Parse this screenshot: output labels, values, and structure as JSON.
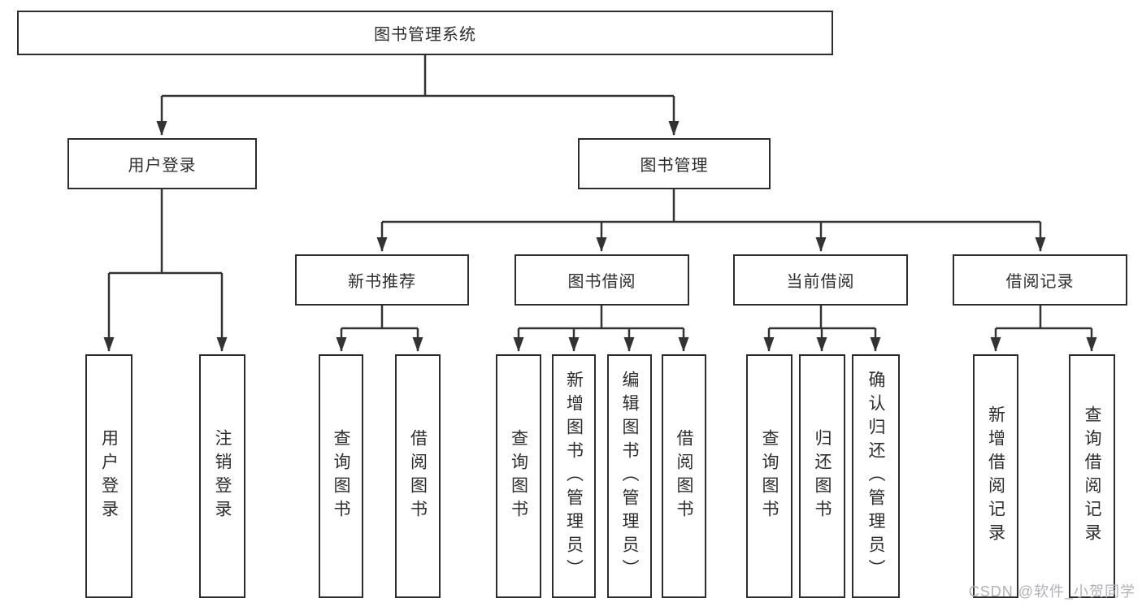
{
  "title": "图书管理系统",
  "level2": {
    "user_login": "用户登录",
    "book_management": "图书管理"
  },
  "level3": {
    "new_book_recommend": "新书推荐",
    "book_borrowing": "图书借阅",
    "current_borrowing": "当前借阅",
    "borrowing_records": "借阅记录"
  },
  "leaves": {
    "user_login": [
      "用户登录",
      "注销登录"
    ],
    "new_book_recommend": [
      "查询图书",
      "借阅图书"
    ],
    "book_borrowing": [
      "查询图书",
      "新增图书（管理员）",
      "编辑图书（管理员）",
      "借阅图书"
    ],
    "current_borrowing": [
      "查询图书",
      "归还图书",
      "确认归还（管理员）"
    ],
    "borrowing_records": [
      "新增借阅记录",
      "查询借阅记录"
    ]
  },
  "watermark": "CSDN @软件_小贺同学",
  "colors": {
    "line": "#333333",
    "box_border": "#2d2d2d",
    "text": "#2d2d2d",
    "watermark": "#b2b2b6",
    "background": "#ffffff"
  }
}
